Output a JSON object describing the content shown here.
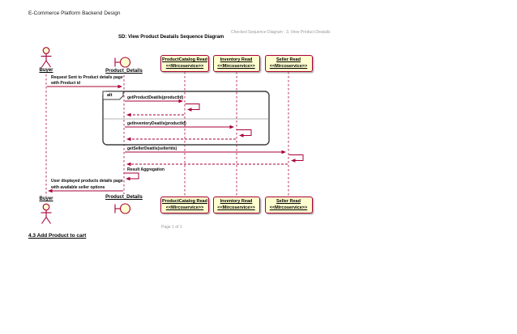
{
  "page": {
    "doc_title": "E-Commerce Platform Backend Design",
    "header_note": "Checked Sequence Diagram : 3. View Product Deatails",
    "diagram_title": "SD: View Product Deatails Sequence Diagram",
    "page_footer": "Page 1 of 1",
    "next_section_heading": "4.3 Add Product to cart"
  },
  "diagram": {
    "fragment_label": "alt",
    "participants": {
      "buyer": "Buyer",
      "product_details": "Product_Details",
      "services": [
        {
          "name": "ProductCatalog Read",
          "stereotype": "<<Mircoservice>>"
        },
        {
          "name": "Inventory Read",
          "stereotype": "<<Mircoservice>>"
        },
        {
          "name": "Seller Read",
          "stereotype": "<<Mircoservice>>"
        }
      ]
    },
    "messages": {
      "request_line1": "Request Sent to Product details page",
      "request_line2": "with Product id",
      "get_product": "getProductDeatils(productId)",
      "get_inventory": "getInventoryDeatils(productId)",
      "get_seller": "getSellerDeatils(sellerIds)",
      "result_aggregation": "Result Aggregation",
      "response_line1": "User displayed products details page",
      "response_line2": "with available seller options"
    },
    "colors": {
      "accent": "#A80036",
      "participant_fill": "#FEFECE",
      "fragment_border": "#3F3F3F"
    }
  }
}
